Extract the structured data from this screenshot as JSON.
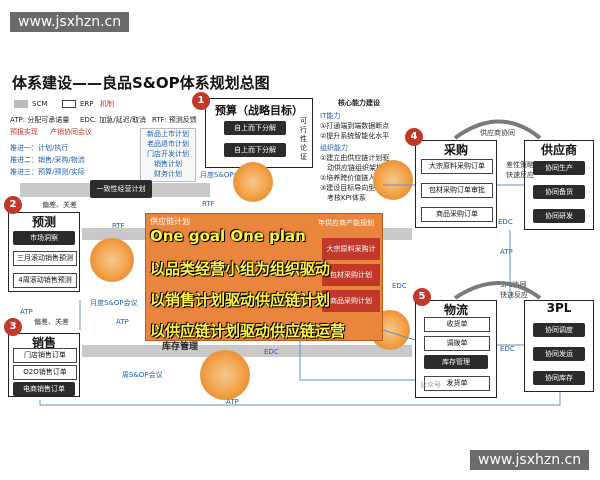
{
  "watermarks": {
    "top": "www.jsxhzn.cn",
    "bottom": "www.jsxhzn.cn"
  },
  "title": "体系建设——良品S&OP体系规划总图",
  "legend": {
    "scm": "SCM",
    "erp": "ERP",
    "mechanism": "机制"
  },
  "notes": {
    "atp": "ATP: 分配可承诺量",
    "edc": "EDC: 加急/延迟/取消",
    "rtf": "RTF: 预测反馈",
    "forecast_ver": "预报实现",
    "product_meeting": "产销协同会议",
    "line1": "推进一：计划/执行",
    "line2": "推进二：销售/采购/物流",
    "line3": "推进三：预算/预测/实际"
  },
  "budget": {
    "badge": "1",
    "title": "预算（战略目标）",
    "btn1": "自上而下分解",
    "btn2": "自上而下分解",
    "side": "可行性论证"
  },
  "core_ability": {
    "title": "核心能力建设",
    "it_title": "IT能力",
    "it1": "①打通端到端数据断点",
    "it2": "②提升系统智能化水平",
    "org_title": "组织能力",
    "org1": "①建立由供应链计划驱",
    "org1b": "动供应链组织架构",
    "org2": "②培养跨价值链人才",
    "org3": "③建设目标导向型绩效",
    "org3b": "考核KPI体系"
  },
  "plan_list": [
    "新品上市计划",
    "老品退市计划",
    "门店开发计划",
    "销售计划",
    "财务计划"
  ],
  "consensus": "一致性经营计划",
  "sop_meeting_top": "月度S&OP会议",
  "sop_meeting_mid": "月度S&OP会议",
  "sop_meeting_bottom": "周S&OP会议",
  "inventory_mgmt": "库存管理",
  "forecast": {
    "badge": "2",
    "title": "预测",
    "items": [
      "市场洞察",
      "三月滚动销售预测",
      "4周滚动销售预测"
    ]
  },
  "sales": {
    "badge": "3",
    "title": "销售",
    "items": [
      "门店销售订单",
      "O2O销售订单",
      "电商销售订单"
    ]
  },
  "procurement": {
    "badge": "4",
    "title": "采购",
    "items": [
      "大宗原料采购订单",
      "包材采购订单审批",
      "商品采购订单"
    ]
  },
  "logistics": {
    "badge": "5",
    "title": "物流",
    "items": [
      "收货单",
      "调拨单",
      "库存管理",
      "发货单"
    ]
  },
  "supplier": {
    "title": "供应商",
    "items": [
      "协同生产",
      "协同备货",
      "协同研发"
    ],
    "rel": "供应商协同",
    "rel2": "快速反应"
  },
  "tpl": {
    "title": "3PL",
    "items": [
      "协同调度",
      "协同发运",
      "协同库存"
    ],
    "rel": "3PL协同",
    "rel2": "快速反应"
  },
  "supply_chain_plan": {
    "title": "供应链计划",
    "rows": [
      "年供应商产能规划",
      "大宗原料采购计",
      "包材采购计划",
      "商品采购计划"
    ]
  },
  "strategy_rel": {
    "text1": "差性策略",
    "text2": "快速反应"
  },
  "overlay_lines": [
    "One goal One plan",
    "以品类经营小组为组织驱动",
    "以销售计划驱动供应链计划",
    "以供应链计划驱动供应链运营"
  ],
  "flow_labels": {
    "rtf1": "RTF",
    "rtf2": "RTF",
    "edc1": "EDC",
    "edc2": "EDC",
    "edc3": "EDC",
    "edc4": "EDC",
    "atp1": "ATP",
    "atp2": "ATP",
    "atp3": "ATP",
    "atp4": "ATP",
    "dev_error": "偏差、关差",
    "dev_error2": "偏差、关差"
  },
  "credit": "公众号"
}
